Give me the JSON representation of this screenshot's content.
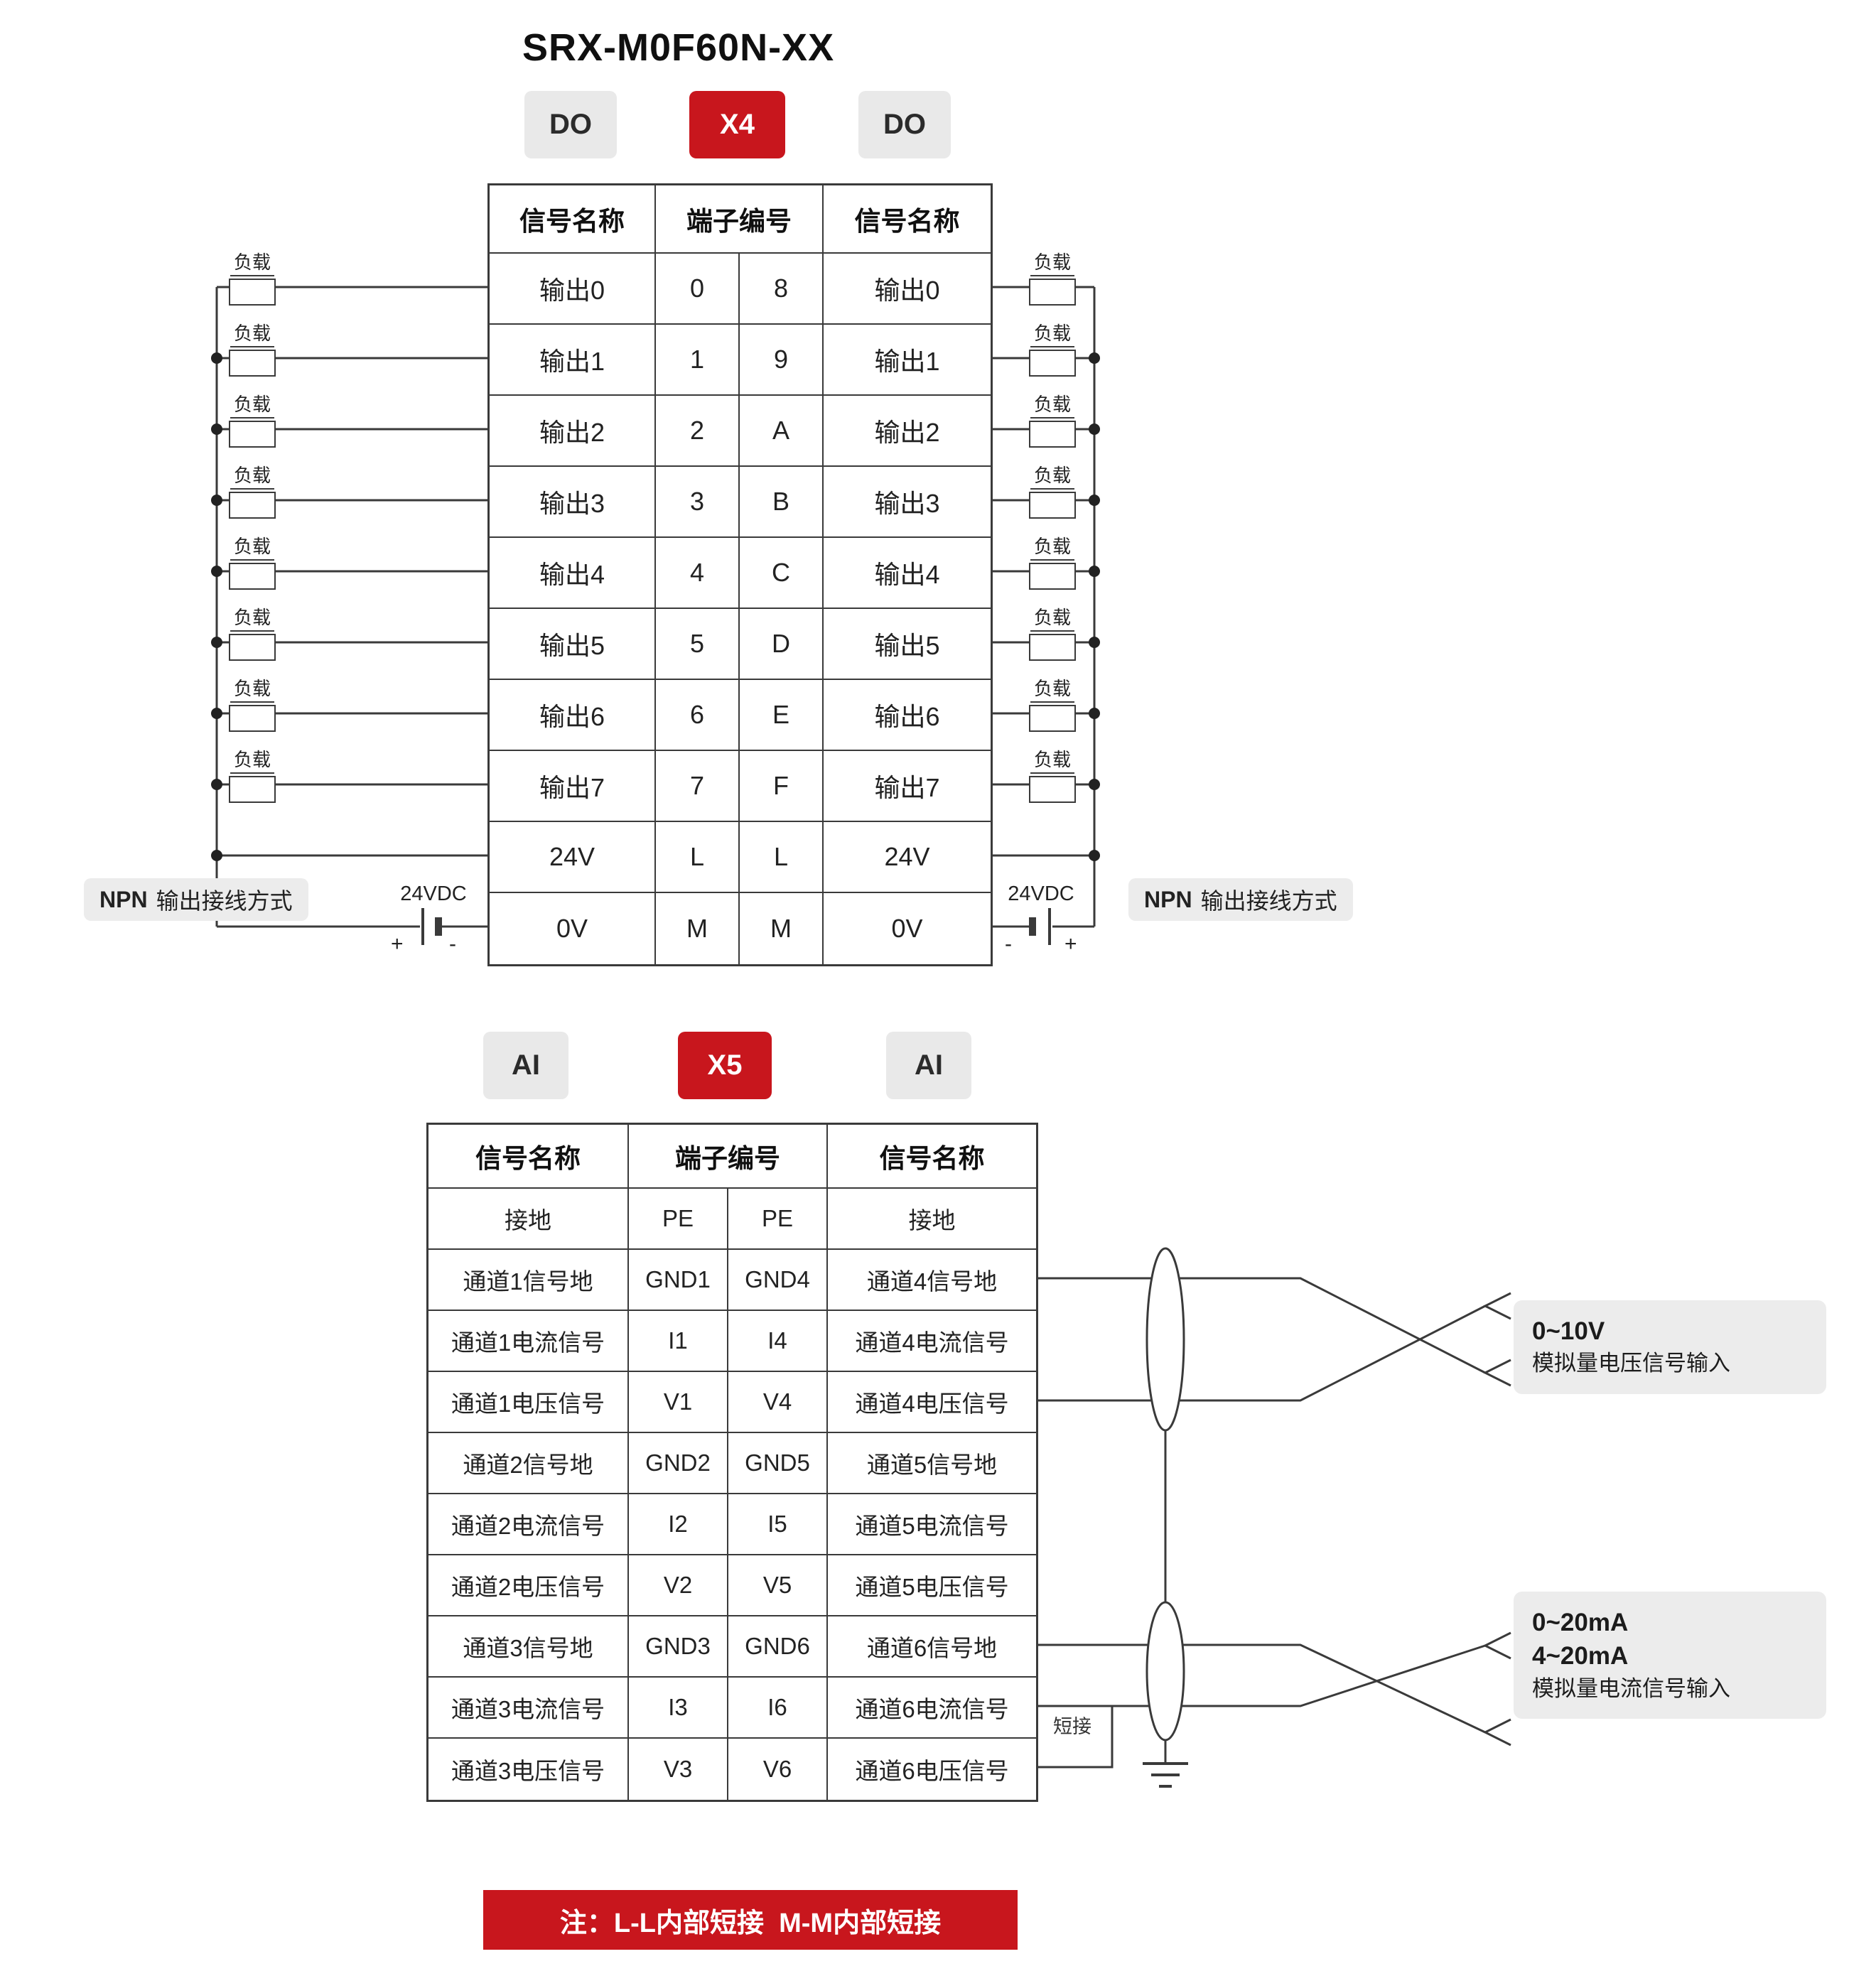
{
  "title": "SRX-M0F60N-XX",
  "note": "注：L-L内部短接  M-M内部短接",
  "colors": {
    "accent_red": "#C8161D",
    "badge_gray": "#E9E9E9",
    "wire": "#3A3A3A"
  },
  "do_section": {
    "badges": {
      "left": "DO",
      "center": "X4",
      "right": "DO"
    },
    "table": {
      "header": [
        "信号名称",
        "端子编号",
        "信号名称"
      ],
      "rows": [
        {
          "left": "输出0",
          "t1": "0",
          "t2": "8",
          "right": "输出0"
        },
        {
          "left": "输出1",
          "t1": "1",
          "t2": "9",
          "right": "输出1"
        },
        {
          "left": "输出2",
          "t1": "2",
          "t2": "A",
          "right": "输出2"
        },
        {
          "left": "输出3",
          "t1": "3",
          "t2": "B",
          "right": "输出3"
        },
        {
          "left": "输出4",
          "t1": "4",
          "t2": "C",
          "right": "输出4"
        },
        {
          "left": "输出5",
          "t1": "5",
          "t2": "D",
          "right": "输出5"
        },
        {
          "left": "输出6",
          "t1": "6",
          "t2": "E",
          "right": "输出6"
        },
        {
          "left": "输出7",
          "t1": "7",
          "t2": "F",
          "right": "输出7"
        },
        {
          "left": "24V",
          "t1": "L",
          "t2": "L",
          "right": "24V"
        },
        {
          "left": "0V",
          "t1": "M",
          "t2": "M",
          "right": "0V"
        }
      ]
    },
    "load_label": "负载",
    "psu_label": "24VDC",
    "psu_plus": "+",
    "psu_minus": "-",
    "npn_bold": "NPN",
    "npn_text": "输出接线方式"
  },
  "ai_section": {
    "badges": {
      "left": "AI",
      "center": "X5",
      "right": "AI"
    },
    "table": {
      "header": [
        "信号名称",
        "端子编号",
        "信号名称"
      ],
      "rows": [
        {
          "left": "接地",
          "t1": "PE",
          "t2": "PE",
          "right": "接地"
        },
        {
          "left": "通道1信号地",
          "t1": "GND1",
          "t2": "GND4",
          "right": "通道4信号地"
        },
        {
          "left": "通道1电流信号",
          "t1": "I1",
          "t2": "I4",
          "right": "通道4电流信号"
        },
        {
          "left": "通道1电压信号",
          "t1": "V1",
          "t2": "V4",
          "right": "通道4电压信号"
        },
        {
          "left": "通道2信号地",
          "t1": "GND2",
          "t2": "GND5",
          "right": "通道5信号地"
        },
        {
          "left": "通道2电流信号",
          "t1": "I2",
          "t2": "I5",
          "right": "通道5电流信号"
        },
        {
          "left": "通道2电压信号",
          "t1": "V2",
          "t2": "V5",
          "right": "通道5电压信号"
        },
        {
          "left": "通道3信号地",
          "t1": "GND3",
          "t2": "GND6",
          "right": "通道6信号地"
        },
        {
          "left": "通道3电流信号",
          "t1": "I3",
          "t2": "I6",
          "right": "通道6电流信号"
        },
        {
          "left": "通道3电压信号",
          "t1": "V3",
          "t2": "V6",
          "right": "通道6电压信号"
        }
      ]
    },
    "short_label": "短接",
    "voltage_box": {
      "line1": "0~10V",
      "line2": "模拟量电压信号输入"
    },
    "current_box": {
      "line1": "0~20mA",
      "line2": "4~20mA",
      "line3": "模拟量电流信号输入"
    }
  }
}
